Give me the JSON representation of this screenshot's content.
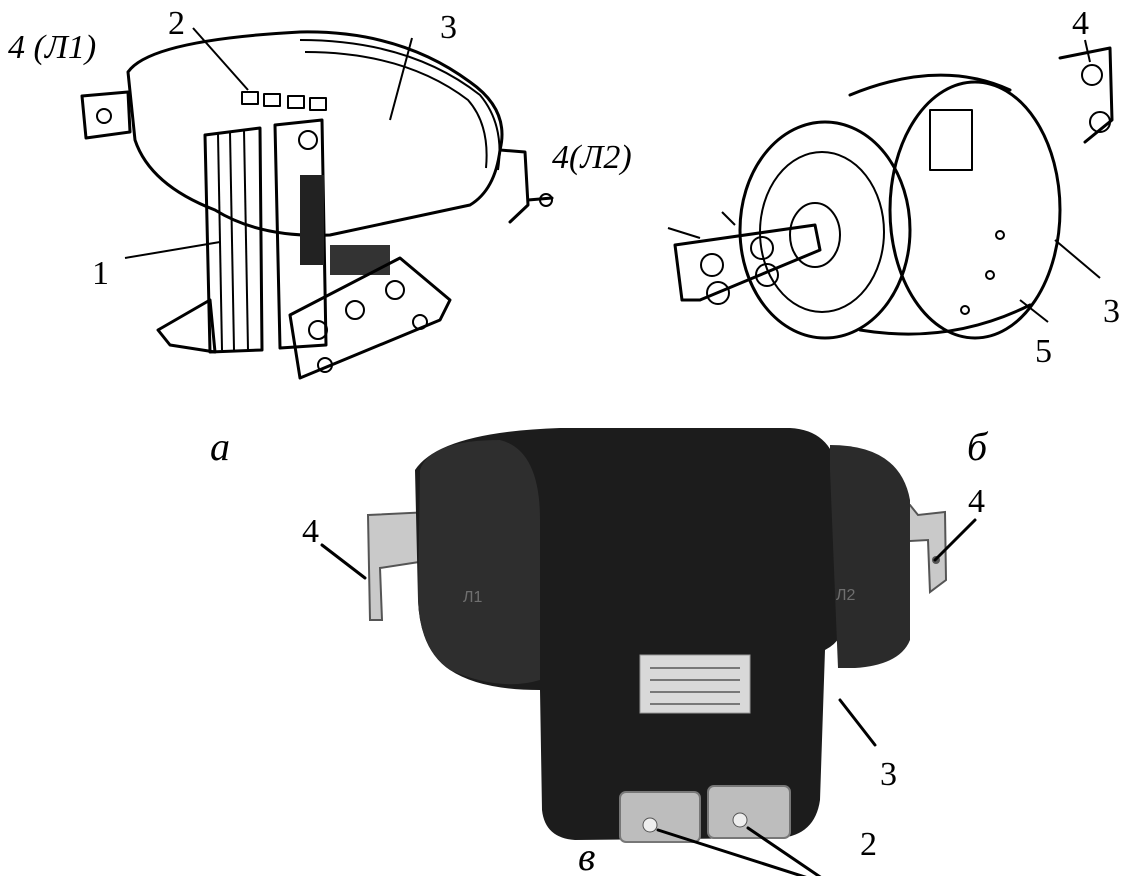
{
  "figure_a": {
    "caption": "а",
    "labels": {
      "terminal_left": "4 (Л1)",
      "secondary_terminals": "2",
      "housing": "3",
      "terminal_right": "4(Л2)",
      "core": "1"
    }
  },
  "figure_b": {
    "caption": "б",
    "labels": {
      "terminal": "4",
      "housing": "3",
      "flange": "5"
    }
  },
  "figure_c": {
    "caption": "в",
    "labels": {
      "terminal_left": "4",
      "terminal_right": "4",
      "housing": "3",
      "secondary_terminals": "2"
    },
    "body_marks": {
      "left": "Л1",
      "right": "Л2"
    }
  },
  "colors": {
    "line": "#000000",
    "body_dark": "#1c1c1c",
    "body_mid": "#2e2e2e",
    "metal": "#cfcfcf",
    "background": "#ffffff"
  }
}
